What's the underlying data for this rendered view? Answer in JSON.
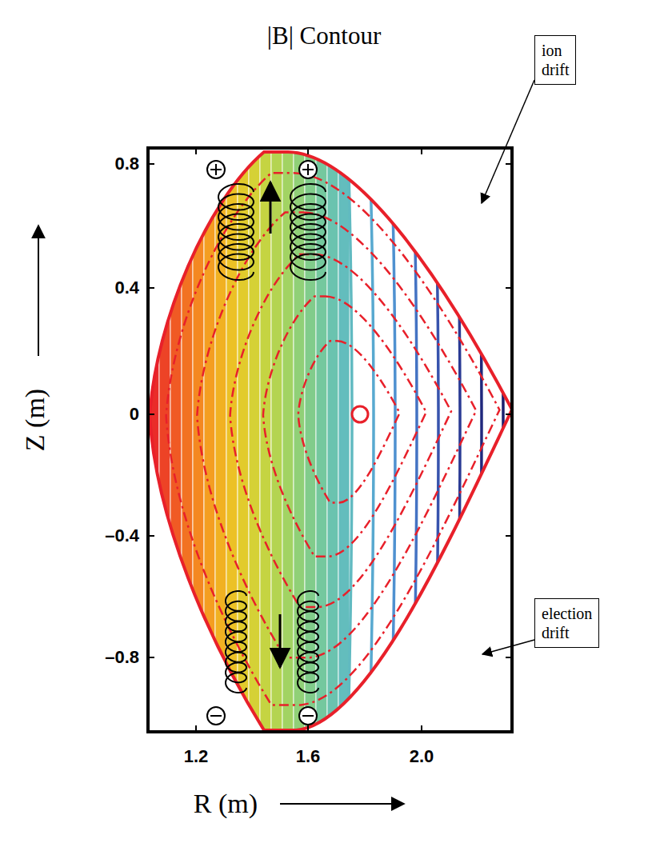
{
  "diagram": {
    "title": "|B| Contour",
    "nodes": [
      {
        "text": [
          "ion drift"
        ]
      },
      {
        "text": [
          "election drift"
        ]
      }
    ],
    "labels": [
      "0.8",
      "0.4",
      "0",
      "–0.4",
      "–0.8",
      "1.2",
      "1.6",
      "2.0",
      "Z (m)",
      "R (m)"
    ]
  }
}
